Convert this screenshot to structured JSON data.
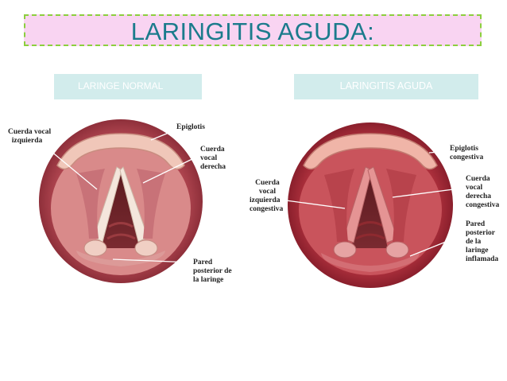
{
  "header": {
    "title": "LARINGITIS AGUDA:"
  },
  "panels": {
    "left": {
      "caption": "LARINGE NORMAL",
      "labels": {
        "left_vocal_cord": "Cuerda vocal\n  izquierda",
        "epiglottis": "Epiglotis",
        "right_vocal_cord": "Cuerda\nvocal\nderecha",
        "posterior_wall": "Pared\nposterior de\nla laringe"
      }
    },
    "right": {
      "caption": "LARINGITIS AGUDA",
      "labels": {
        "left_vocal_cord": "   Cuerda\n     vocal\nizquierda\ncongestiva",
        "epiglottis": "Epiglotis\ncongestiva",
        "right_vocal_cord": "Cuerda\nvocal\nderecha\ncongestiva",
        "posterior_wall": "Pared\nposterior\nde la\nlaringe\ninflamada"
      }
    }
  },
  "colors": {
    "title": "#1b7b8c",
    "title_bg": "#f9d4f2",
    "title_border": "#8ccf3e",
    "caption_bg": "#d2ecec"
  }
}
